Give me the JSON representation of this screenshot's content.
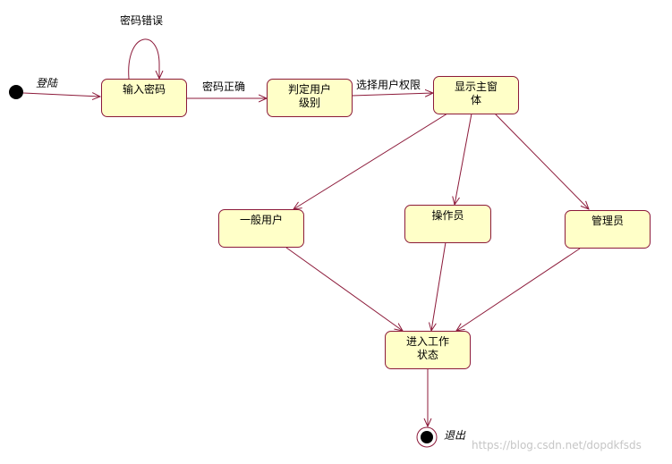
{
  "states": {
    "input_password": "输入密码",
    "judge_level": "判定用户\n级别",
    "show_main": "显示主窗\n体",
    "normal_user": "一般用户",
    "operator": "操作员",
    "admin": "管理员",
    "work_state": "进入工作\n状态"
  },
  "transitions": {
    "login": "登陆",
    "password_error": "密码错误",
    "password_correct": "密码正确",
    "choose_permission": "选择用户权限",
    "logout": "退出"
  },
  "watermark": "https://blog.csdn.net/dopdkfsds",
  "colors": {
    "state_fill": "#ffffc8",
    "line": "#8c1a3a",
    "node": "#000000"
  }
}
